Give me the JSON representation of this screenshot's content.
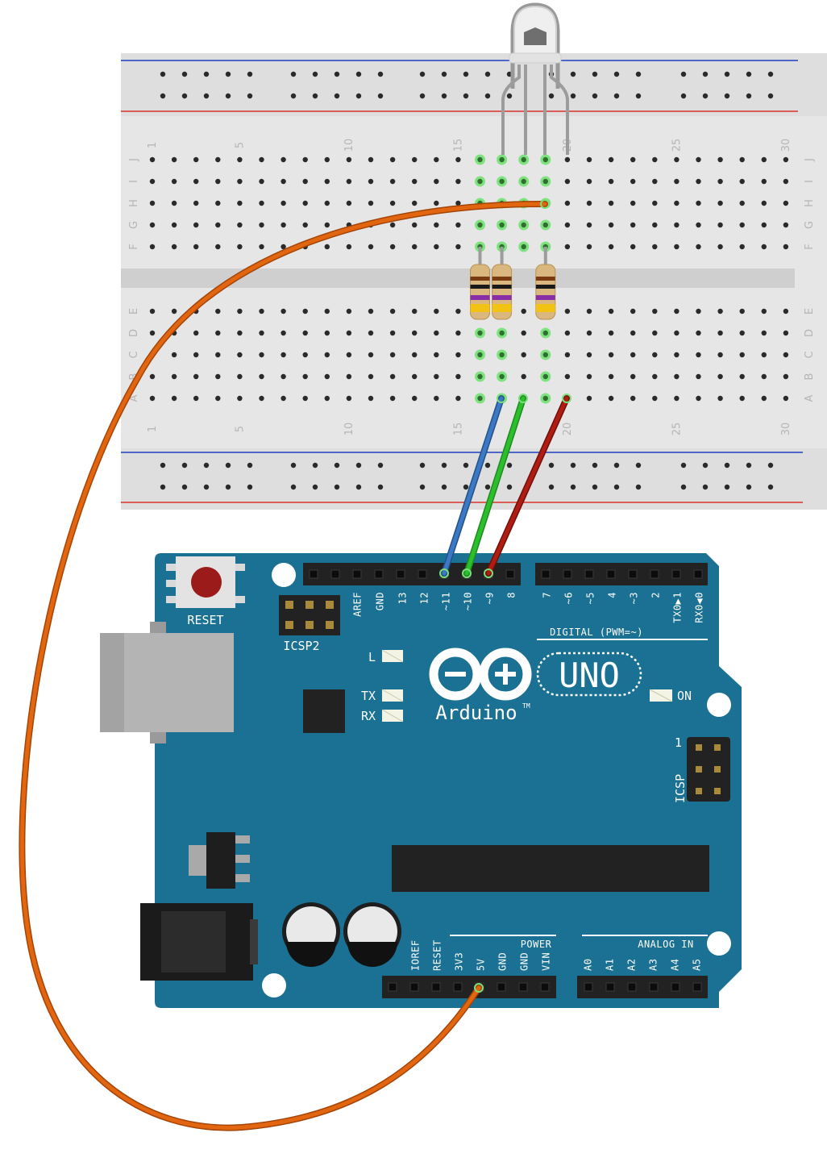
{
  "breadboard": {
    "column_numbers": [
      "1",
      "5",
      "10",
      "15",
      "20",
      "25",
      "30"
    ],
    "row_letters_top": [
      "J",
      "I",
      "H",
      "G",
      "F"
    ],
    "row_letters_bottom": [
      "E",
      "D",
      "C",
      "B",
      "A"
    ]
  },
  "arduino": {
    "reset_label": "RESET",
    "icsp2_label": "ICSP2",
    "icsp_label": "ICSP",
    "icsp_pin1": "1",
    "digital_label": "DIGITAL (PWM=~)",
    "digital_pins": [
      "AREF",
      "GND",
      "13",
      "12",
      "~11",
      "~10",
      "~9",
      "8",
      "7",
      "~6",
      "~5",
      "4",
      "~3",
      "2",
      "TX0▶1",
      "RX0◀0"
    ],
    "led_l": "L",
    "led_tx": "TX",
    "led_rx": "RX",
    "led_on": "ON",
    "brand": "Arduino",
    "tm": "TM",
    "model": "UNO",
    "power_label": "POWER",
    "power_pins": [
      "IOREF",
      "RESET",
      "3V3",
      "5V",
      "GND",
      "GND",
      "VIN"
    ],
    "analog_label": "ANALOG IN",
    "analog_pins": [
      "A0",
      "A1",
      "A2",
      "A3",
      "A4",
      "A5"
    ]
  },
  "colors": {
    "board": "#1a7193",
    "breadboard": "#e6e6e6",
    "wire_blue": "#3b79c5",
    "wire_green": "#2bbf2b",
    "wire_red": "#b01c12",
    "wire_orange": "#e2650f"
  },
  "components": {
    "led": "rgb-led-common-anode",
    "resistors": 3
  }
}
